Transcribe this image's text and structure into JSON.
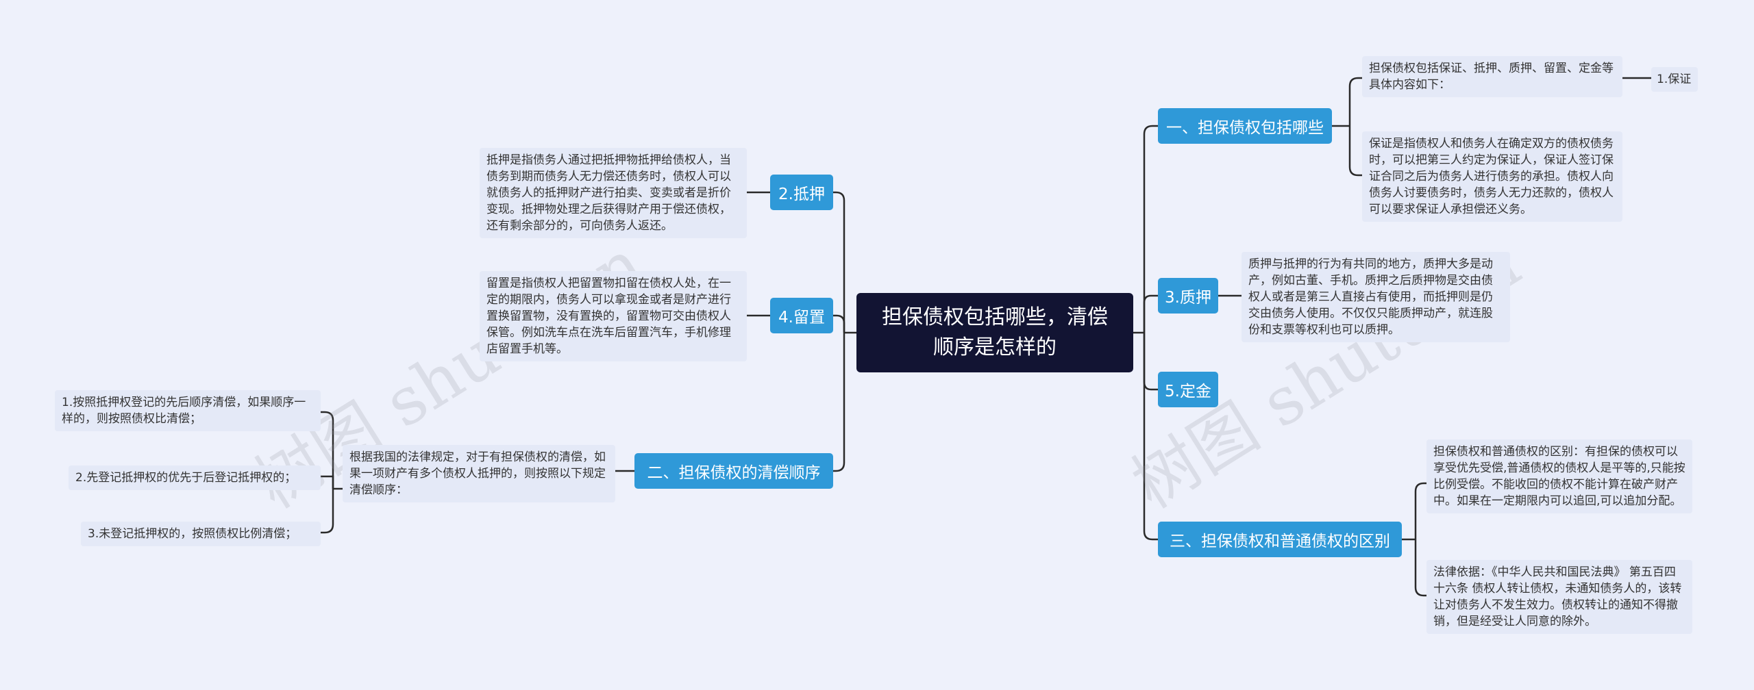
{
  "root": "担保债权包括哪些，清偿顺序是怎样的",
  "right": {
    "b1": {
      "label": "一、担保债权包括哪些",
      "intro": "担保债权包括保证、抵押、质押、留置、定金等具体内容如下：",
      "intro_child": "1.保证",
      "detail": "保证是指债权人和债务人在确定双方的债权债务时，可以把第三人约定为保证人，保证人签订保证合同之后为债务人进行债务的承担。债权人向债务人讨要债务时，债务人无力还款的，债权人可以要求保证人承担偿还义务。"
    },
    "b2": {
      "label": "3.质押",
      "note": "质押与抵押的行为有共同的地方，质押大多是动产，例如古董、手机。质押之后质押物是交由债权人或者是第三人直接占有使用，而抵押则是仍交由债务人使用。不仅仅只能质押动产，就连股份和支票等权利也可以质押。"
    },
    "b3": {
      "label": "5.定金"
    },
    "b4": {
      "label": "三、担保债权和普通债权的区别",
      "note1": "担保债权和普通债权的区别：有担保的债权可以享受优先受偿,普通债权的债权人是平等的,只能按比例受偿。不能收回的债权不能计算在破产财产中。如果在一定期限内可以追回,可以追加分配。",
      "note2": "法律依据：《中华人民共和国民法典》 第五百四十六条 债权人转让债权，未通知债务人的，该转让对债务人不发生效力。债权转让的通知不得撤销，但是经受让人同意的除外。"
    }
  },
  "left": {
    "b1": {
      "label": "2.抵押",
      "note": "抵押是指债务人通过把抵押物抵押给债权人，当债务到期而债务人无力偿还债务时，债权人可以就债务人的抵押财产进行拍卖、变卖或者是折价变现。抵押物处理之后获得财产用于偿还债权，还有剩余部分的，可向债务人返还。"
    },
    "b2": {
      "label": "4.留置",
      "note": "留置是指债权人把留置物扣留在债权人处，在一定的期限内，债务人可以拿现金或者是财产进行置换留置物，没有置换的，留置物可交由债权人保管。例如洗车点在洗车后留置汽车，手机修理店留置手机等。"
    },
    "b3": {
      "label": "二、担保债权的清偿顺序",
      "intro": "根据我国的法律规定，对于有担保债权的清偿，如果一项财产有多个债权人抵押的，则按照以下规定清偿顺序：",
      "items": [
        "1.按照抵押权登记的先后顺序清偿，如果顺序一样的，则按照债权比清偿；",
        "2.先登记抵押权的优先于后登记抵押权的；",
        "3.未登记抵押权的，按照债权比例清偿；"
      ]
    }
  },
  "watermark": "树图 shutu.cn",
  "colors": {
    "root_bg": "#121433",
    "branch_bg": "#2f99d8",
    "note_bg": "#e4e9f7",
    "line": "#2a2a2a",
    "background": "#eef1fb"
  }
}
